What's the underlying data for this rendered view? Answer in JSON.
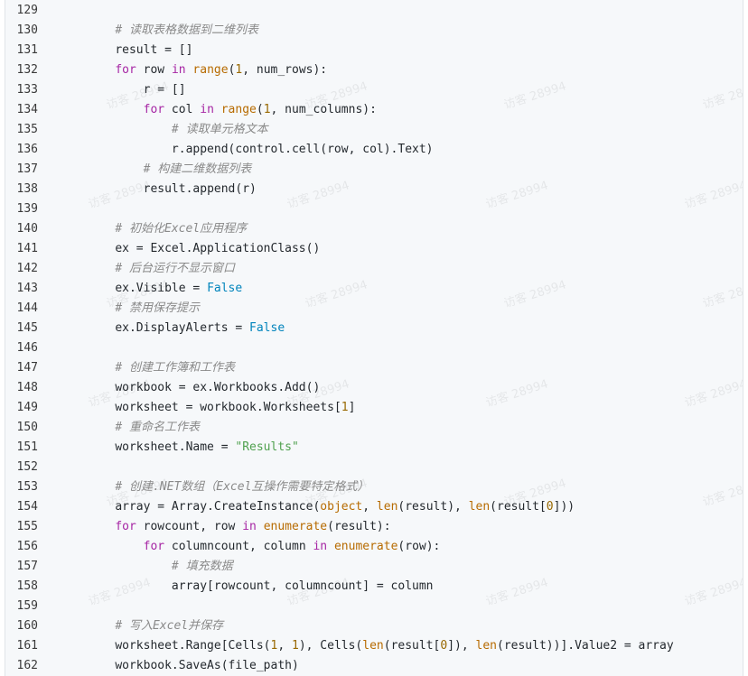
{
  "watermark_text": "访客 28994",
  "lines": [
    {
      "n": "129",
      "indent": "",
      "tokens": []
    },
    {
      "n": "130",
      "indent": "    ",
      "tokens": [
        {
          "t": "# 读取表格数据到二维列表",
          "c": "comment"
        }
      ]
    },
    {
      "n": "131",
      "indent": "    ",
      "tokens": [
        {
          "t": "result = []",
          "c": ""
        }
      ]
    },
    {
      "n": "132",
      "indent": "    ",
      "tokens": [
        {
          "t": "for",
          "c": "kw"
        },
        {
          "t": " row ",
          "c": ""
        },
        {
          "t": "in",
          "c": "kw"
        },
        {
          "t": " ",
          "c": ""
        },
        {
          "t": "range",
          "c": "builtin"
        },
        {
          "t": "(",
          "c": ""
        },
        {
          "t": "1",
          "c": "num"
        },
        {
          "t": ", num_rows):",
          "c": ""
        }
      ]
    },
    {
      "n": "133",
      "indent": "        ",
      "tokens": [
        {
          "t": "r = []",
          "c": ""
        }
      ]
    },
    {
      "n": "134",
      "indent": "        ",
      "tokens": [
        {
          "t": "for",
          "c": "kw"
        },
        {
          "t": " col ",
          "c": ""
        },
        {
          "t": "in",
          "c": "kw"
        },
        {
          "t": " ",
          "c": ""
        },
        {
          "t": "range",
          "c": "builtin"
        },
        {
          "t": "(",
          "c": ""
        },
        {
          "t": "1",
          "c": "num"
        },
        {
          "t": ", num_columns):",
          "c": ""
        }
      ]
    },
    {
      "n": "135",
      "indent": "            ",
      "tokens": [
        {
          "t": "# 读取单元格文本",
          "c": "comment"
        }
      ]
    },
    {
      "n": "136",
      "indent": "            ",
      "tokens": [
        {
          "t": "r.append(control.cell(row, col).Text)",
          "c": ""
        }
      ]
    },
    {
      "n": "137",
      "indent": "        ",
      "tokens": [
        {
          "t": "# 构建二维数据列表",
          "c": "comment"
        }
      ]
    },
    {
      "n": "138",
      "indent": "        ",
      "tokens": [
        {
          "t": "result.append(r)",
          "c": ""
        }
      ]
    },
    {
      "n": "139",
      "indent": "",
      "tokens": []
    },
    {
      "n": "140",
      "indent": "    ",
      "tokens": [
        {
          "t": "# 初始化Excel应用程序",
          "c": "comment"
        }
      ]
    },
    {
      "n": "141",
      "indent": "    ",
      "tokens": [
        {
          "t": "ex = Excel.ApplicationClass()",
          "c": ""
        }
      ]
    },
    {
      "n": "142",
      "indent": "    ",
      "tokens": [
        {
          "t": "# 后台运行不显示窗口",
          "c": "comment"
        }
      ]
    },
    {
      "n": "143",
      "indent": "    ",
      "tokens": [
        {
          "t": "ex.Visible = ",
          "c": ""
        },
        {
          "t": "False",
          "c": "const"
        }
      ]
    },
    {
      "n": "144",
      "indent": "    ",
      "tokens": [
        {
          "t": "# 禁用保存提示",
          "c": "comment"
        }
      ]
    },
    {
      "n": "145",
      "indent": "    ",
      "tokens": [
        {
          "t": "ex.DisplayAlerts = ",
          "c": ""
        },
        {
          "t": "False",
          "c": "const"
        }
      ]
    },
    {
      "n": "146",
      "indent": "",
      "tokens": []
    },
    {
      "n": "147",
      "indent": "    ",
      "tokens": [
        {
          "t": "# 创建工作簿和工作表",
          "c": "comment"
        }
      ]
    },
    {
      "n": "148",
      "indent": "    ",
      "tokens": [
        {
          "t": "workbook = ex.Workbooks.Add()",
          "c": ""
        }
      ]
    },
    {
      "n": "149",
      "indent": "    ",
      "tokens": [
        {
          "t": "worksheet = workbook.Worksheets[",
          "c": ""
        },
        {
          "t": "1",
          "c": "num"
        },
        {
          "t": "]",
          "c": ""
        }
      ]
    },
    {
      "n": "150",
      "indent": "    ",
      "tokens": [
        {
          "t": "# 重命名工作表",
          "c": "comment"
        }
      ]
    },
    {
      "n": "151",
      "indent": "    ",
      "tokens": [
        {
          "t": "worksheet.Name = ",
          "c": ""
        },
        {
          "t": "\"Results\"",
          "c": "str"
        }
      ]
    },
    {
      "n": "152",
      "indent": "",
      "tokens": []
    },
    {
      "n": "153",
      "indent": "    ",
      "tokens": [
        {
          "t": "# 创建.NET数组（Excel互操作需要特定格式）",
          "c": "comment"
        }
      ]
    },
    {
      "n": "154",
      "indent": "    ",
      "tokens": [
        {
          "t": "array = Array.CreateInstance(",
          "c": ""
        },
        {
          "t": "object",
          "c": "builtin"
        },
        {
          "t": ", ",
          "c": ""
        },
        {
          "t": "len",
          "c": "builtin"
        },
        {
          "t": "(result), ",
          "c": ""
        },
        {
          "t": "len",
          "c": "builtin"
        },
        {
          "t": "(result[",
          "c": ""
        },
        {
          "t": "0",
          "c": "num"
        },
        {
          "t": "]))",
          "c": ""
        }
      ]
    },
    {
      "n": "155",
      "indent": "    ",
      "tokens": [
        {
          "t": "for",
          "c": "kw"
        },
        {
          "t": " rowcount, row ",
          "c": ""
        },
        {
          "t": "in",
          "c": "kw"
        },
        {
          "t": " ",
          "c": ""
        },
        {
          "t": "enumerate",
          "c": "builtin"
        },
        {
          "t": "(result):",
          "c": ""
        }
      ]
    },
    {
      "n": "156",
      "indent": "        ",
      "tokens": [
        {
          "t": "for",
          "c": "kw"
        },
        {
          "t": " columncount, column ",
          "c": ""
        },
        {
          "t": "in",
          "c": "kw"
        },
        {
          "t": " ",
          "c": ""
        },
        {
          "t": "enumerate",
          "c": "builtin"
        },
        {
          "t": "(row):",
          "c": ""
        }
      ]
    },
    {
      "n": "157",
      "indent": "            ",
      "tokens": [
        {
          "t": "# 填充数据",
          "c": "comment"
        }
      ]
    },
    {
      "n": "158",
      "indent": "            ",
      "tokens": [
        {
          "t": "array[rowcount, columncount] = column",
          "c": ""
        }
      ]
    },
    {
      "n": "159",
      "indent": "",
      "tokens": []
    },
    {
      "n": "160",
      "indent": "    ",
      "tokens": [
        {
          "t": "# 写入Excel并保存",
          "c": "comment"
        }
      ]
    },
    {
      "n": "161",
      "indent": "    ",
      "tokens": [
        {
          "t": "worksheet.Range[Cells(",
          "c": ""
        },
        {
          "t": "1",
          "c": "num"
        },
        {
          "t": ", ",
          "c": ""
        },
        {
          "t": "1",
          "c": "num"
        },
        {
          "t": "), Cells(",
          "c": ""
        },
        {
          "t": "len",
          "c": "builtin"
        },
        {
          "t": "(result[",
          "c": ""
        },
        {
          "t": "0",
          "c": "num"
        },
        {
          "t": "]), ",
          "c": ""
        },
        {
          "t": "len",
          "c": "builtin"
        },
        {
          "t": "(result))].Value2 = array",
          "c": ""
        }
      ]
    },
    {
      "n": "162",
      "indent": "    ",
      "tokens": [
        {
          "t": "workbook.SaveAs(file_path)",
          "c": ""
        }
      ]
    }
  ]
}
